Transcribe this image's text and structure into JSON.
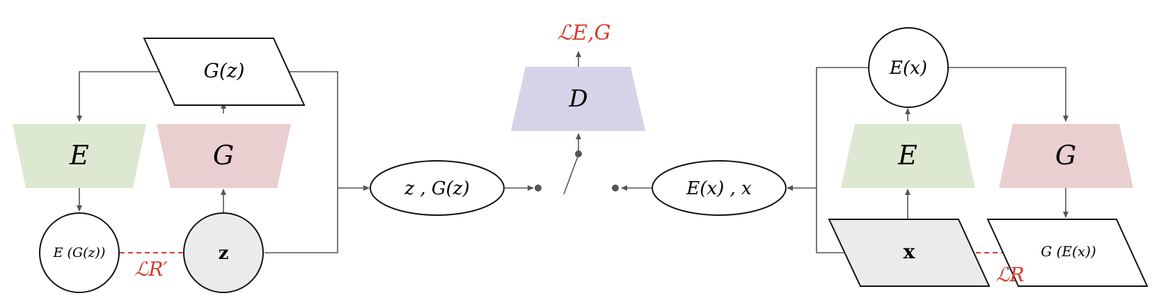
{
  "colors": {
    "encoder": "#dde8d2",
    "generator": "#e9cfd0",
    "discriminator": "#d5d3e8",
    "input_fill": "#ebebeb",
    "loss": "#d83a2a",
    "line": "#555555"
  },
  "left": {
    "gz_label": "G(z)",
    "encoder_label": "E",
    "generator_label": "G",
    "egz_label": "E (G(z))",
    "z_label": "z",
    "loss_r_prime": "ℒR′"
  },
  "middle": {
    "pair_left": "z , G(z)",
    "discriminator_label": "D",
    "loss_eg": "ℒE,G",
    "pair_right": "E(x) , x"
  },
  "right": {
    "ex_label": "E(x)",
    "encoder_label": "E",
    "generator_label": "G",
    "x_label": "x",
    "gex_label": "G (E(x))",
    "loss_r": "ℒR"
  }
}
